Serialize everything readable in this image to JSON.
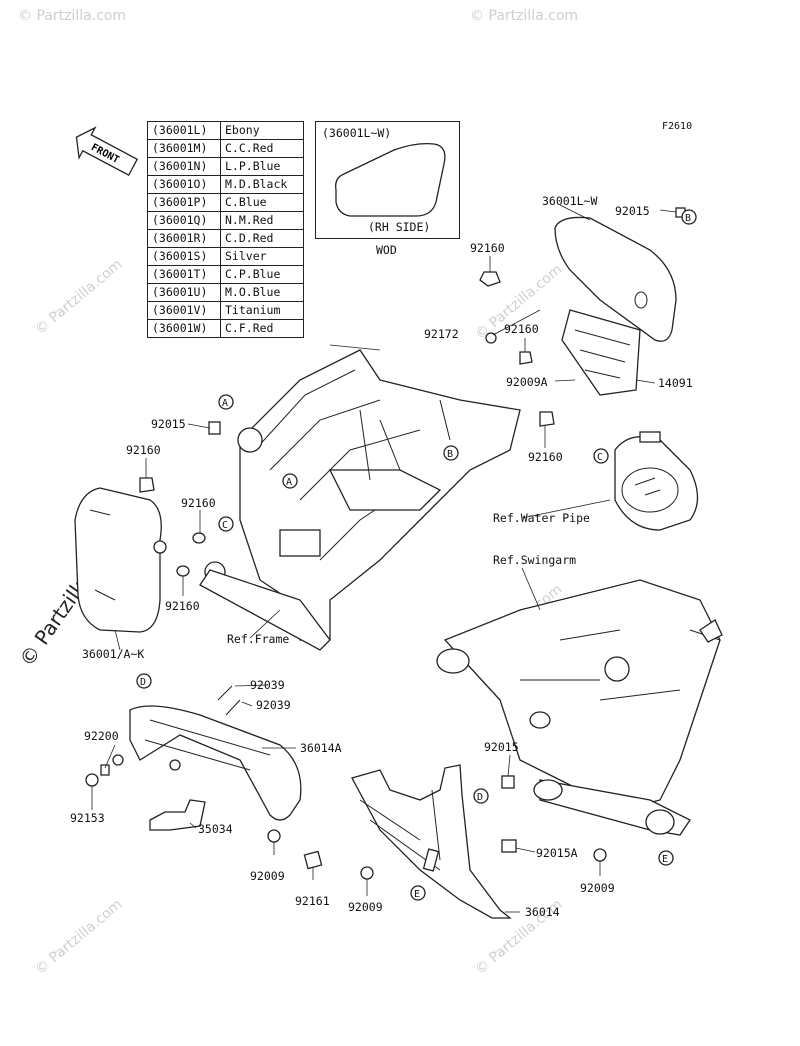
{
  "figure_code": "F2610",
  "color_table": [
    {
      "code": "(36001L)",
      "color": "Ebony"
    },
    {
      "code": "(36001M)",
      "color": "C.C.Red"
    },
    {
      "code": "(36001N)",
      "color": "L.P.Blue"
    },
    {
      "code": "(36001O)",
      "color": "M.D.Black"
    },
    {
      "code": "(36001P)",
      "color": "C.Blue"
    },
    {
      "code": "(36001Q)",
      "color": "N.M.Red"
    },
    {
      "code": "(36001R)",
      "color": "C.D.Red"
    },
    {
      "code": "(36001S)",
      "color": "Silver"
    },
    {
      "code": "(36001T)",
      "color": "C.P.Blue"
    },
    {
      "code": "(36001U)",
      "color": "M.O.Blue"
    },
    {
      "code": "(36001V)",
      "color": "Titanium"
    },
    {
      "code": "(36001W)",
      "color": "C.F.Red"
    }
  ],
  "inset": {
    "title": "(36001L~W)",
    "side": "(RH SIDE)",
    "caption": "WOD"
  },
  "front_label": "FRONT",
  "part_labels": {
    "p36001LW": "36001L~W",
    "p92015_tr": "92015",
    "p92160_t": "92160",
    "p92160_m": "92160",
    "p92172": "92172",
    "p92009A": "92009A",
    "p14091": "14091",
    "p92160_r": "92160",
    "p92015_l": "92015",
    "p92160_l": "92160",
    "p92160_l2": "92160",
    "p92160_l3": "92160",
    "p36001AK": "36001/A~K",
    "p92039_a": "92039",
    "p92039_b": "92039",
    "p92200": "92200",
    "p36014A": "36014A",
    "p92153": "92153",
    "p35034": "35034",
    "p92015_b": "92015",
    "p92015A": "92015A",
    "p92009_a": "92009",
    "p92161": "92161",
    "p92009_b": "92009",
    "p36014": "36014",
    "p92009_c": "92009"
  },
  "refs": {
    "water_pipe": "Ref.Water Pipe",
    "swingarm": "Ref.Swingarm",
    "frame": "Ref.Frame"
  },
  "callouts": {
    "A": "A",
    "B": "B",
    "C": "C",
    "D": "D",
    "E": "E"
  },
  "watermark": {
    "text": "© Partzilla.com",
    "logo": "© Partzilla.com"
  }
}
